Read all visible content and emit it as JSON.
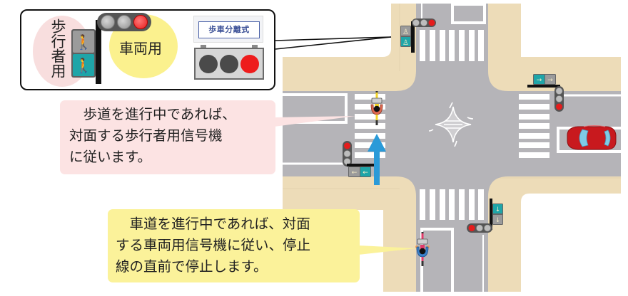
{
  "legend": {
    "pedestrian_label": "歩行者用",
    "vehicle_label": "車両用",
    "separated_sign_text": "歩車分離式",
    "pedestrian_signal": {
      "top": "stop-figure-off",
      "bottom": "walk-figure-lit"
    },
    "vehicle_signal": [
      "grey",
      "grey",
      "red"
    ],
    "separated_signal": [
      "dark",
      "dark",
      "red"
    ]
  },
  "callouts": {
    "sidewalk": {
      "lines": [
        "　歩道を進行中であれば、",
        "対面する歩行者用信号機",
        "に従います。"
      ]
    },
    "roadway": {
      "lines": [
        "　車道を進行中であれば、対面",
        "する車両用信号機に従い、停止",
        "線の直前で停止します。"
      ]
    }
  },
  "colors": {
    "road": "#B5B4B8",
    "sidewalk": "#EDDCB8",
    "crosswalk": "#FFFFFF",
    "pink_bubble": "#FCE3E3",
    "yellow_bubble": "#FBF29A",
    "pink_blob": "#F8DEDE",
    "yellow_blob": "#FBF18E",
    "ped_walk_lamp": "#1FA5A8",
    "arrow": "#2A9AD8",
    "car": "#C8191E",
    "signal_red": "#E51C1C"
  },
  "scene": {
    "arrow_direction": "up",
    "cyclist_sidewalk": "on-crosswalk-west",
    "cyclist_roadway": "southbound-lane",
    "car": "eastbound-lane-right"
  }
}
